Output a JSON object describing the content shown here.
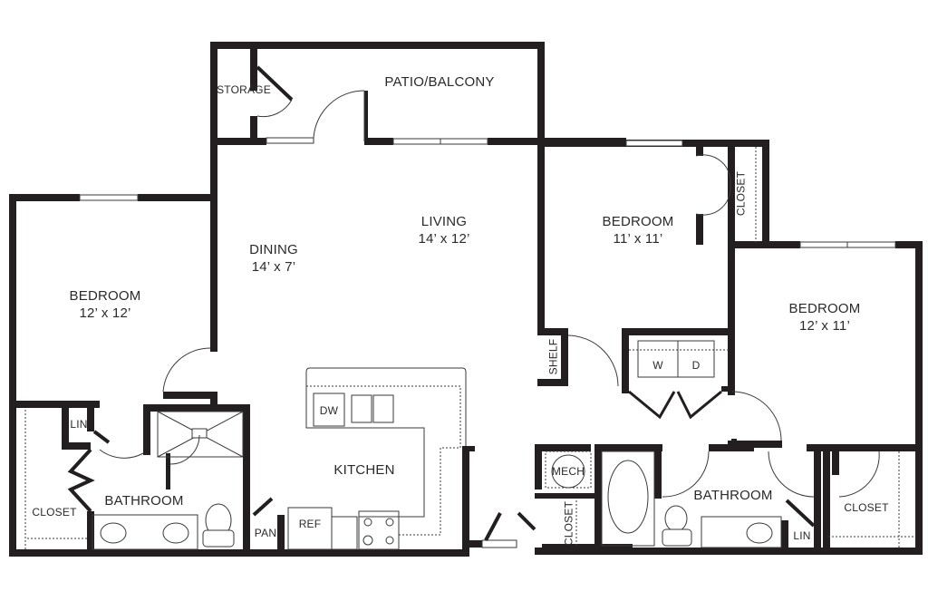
{
  "plan": {
    "type": "apartment floor plan",
    "colors": {
      "wall": "#231f20",
      "line": "#3a3a3a",
      "background": "#ffffff"
    }
  },
  "rooms": {
    "storage": {
      "name": "STORAGE"
    },
    "patio": {
      "name": "PATIO/BALCONY"
    },
    "living": {
      "name": "LIVING",
      "dims": "14’ x 12’"
    },
    "dining": {
      "name": "DINING",
      "dims": "14’ x 7’"
    },
    "bedroom_left": {
      "name": "BEDROOM",
      "dims": "12’ x 12’"
    },
    "bedroom_mid": {
      "name": "BEDROOM",
      "dims": "11’ x 11’"
    },
    "bedroom_right": {
      "name": "BEDROOM",
      "dims": "12’ x 11’"
    },
    "kitchen": {
      "name": "KITCHEN"
    },
    "bathroom_left": {
      "name": "BATHROOM"
    },
    "bathroom_right": {
      "name": "BATHROOM"
    },
    "closet_left": {
      "name": "CLOSET"
    },
    "closet_mid_vertical": {
      "name": "CLOSET"
    },
    "closet_hall_vertical": {
      "name": "CLOSET"
    },
    "closet_right": {
      "name": "CLOSET"
    },
    "lin_left": {
      "name": "LIN"
    },
    "lin_right": {
      "name": "LIN"
    },
    "pantry": {
      "name": "PAN"
    },
    "shelf": {
      "name": "SHELF"
    },
    "mech": {
      "name": "MECH"
    }
  },
  "fixtures": {
    "dishwasher": "DW",
    "refrigerator": "REF",
    "washer": "W",
    "dryer": "D"
  }
}
